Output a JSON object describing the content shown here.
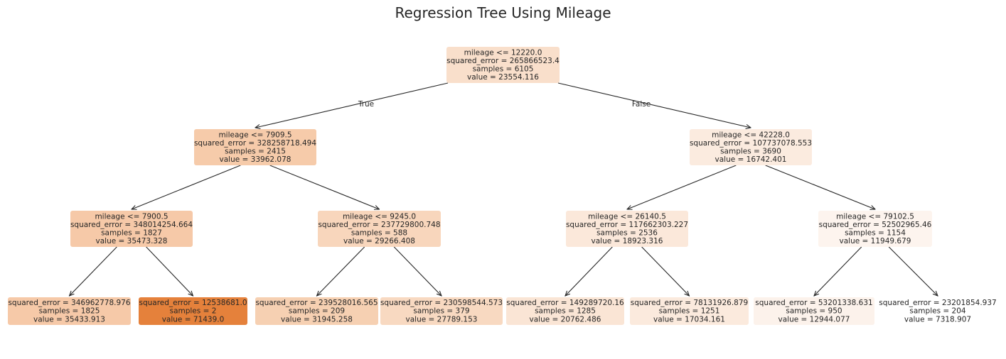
{
  "title": "Regression Tree Using Mileage",
  "edge_labels": {
    "true": "True",
    "false": "False"
  },
  "nodes": [
    {
      "id": "n0",
      "lines": [
        "mileage <= 12220.0",
        "squared_error = 265866523.4",
        "samples = 6105",
        "value = 23554.116"
      ],
      "value": 23554.116,
      "fill": "#f9dfcb"
    },
    {
      "id": "n1",
      "lines": [
        "mileage <= 7909.5",
        "squared_error = 328258718.494",
        "samples = 2415",
        "value = 33962.078"
      ],
      "value": 33962.078,
      "fill": "#f6cbaa"
    },
    {
      "id": "n2",
      "lines": [
        "mileage <= 42228.0",
        "squared_error = 107737078.553",
        "samples = 3690",
        "value = 16742.401"
      ],
      "value": 16742.401,
      "fill": "#fbebdf"
    },
    {
      "id": "n3",
      "lines": [
        "mileage <= 7900.5",
        "squared_error = 348014254.664",
        "samples = 1827",
        "value = 35473.328"
      ],
      "value": 35473.328,
      "fill": "#f6c9a8"
    },
    {
      "id": "n4",
      "lines": [
        "mileage <= 9245.0",
        "squared_error = 237729800.748",
        "samples = 588",
        "value = 29266.408"
      ],
      "value": 29266.408,
      "fill": "#f8d6bc"
    },
    {
      "id": "n5",
      "lines": [
        "mileage <= 26140.5",
        "squared_error = 117662303.227",
        "samples = 2536",
        "value = 18923.316"
      ],
      "value": 18923.316,
      "fill": "#fbe8da"
    },
    {
      "id": "n6",
      "lines": [
        "mileage <= 79102.5",
        "squared_error = 52502965.46",
        "samples = 1154",
        "value = 11949.679"
      ],
      "value": 11949.679,
      "fill": "#fdf4ee"
    },
    {
      "id": "n7",
      "lines": [
        "squared_error = 346962778.976",
        "samples = 1825",
        "value = 35433.913"
      ],
      "value": 35433.913,
      "fill": "#f6c9a8"
    },
    {
      "id": "n8",
      "lines": [
        "squared_error = 12538681.0",
        "samples = 2",
        "value = 71439.0"
      ],
      "value": 71439.0,
      "fill": "#e5813b"
    },
    {
      "id": "n9",
      "lines": [
        "squared_error = 239528016.565",
        "samples = 209",
        "value = 31945.258"
      ],
      "value": 31945.258,
      "fill": "#f6d0b2"
    },
    {
      "id": "n10",
      "lines": [
        "squared_error = 230598544.573",
        "samples = 379",
        "value = 27789.153"
      ],
      "value": 27789.153,
      "fill": "#f8d9c1"
    },
    {
      "id": "n11",
      "lines": [
        "squared_error = 149289720.16",
        "samples = 1285",
        "value = 20762.486"
      ],
      "value": 20762.486,
      "fill": "#fae5d5"
    },
    {
      "id": "n12",
      "lines": [
        "squared_error = 78131926.879",
        "samples = 1251",
        "value = 17034.161"
      ],
      "value": 17034.161,
      "fill": "#fbeadd"
    },
    {
      "id": "n13",
      "lines": [
        "squared_error = 53201338.631",
        "samples = 950",
        "value = 12944.077"
      ],
      "value": 12944.077,
      "fill": "#fcf2eb"
    },
    {
      "id": "n14",
      "lines": [
        "squared_error = 23201854.937",
        "samples = 204",
        "value = 7318.907"
      ],
      "value": 7318.907,
      "fill": "#ffffff"
    }
  ],
  "edges": [
    {
      "from": "n0",
      "to": "n1"
    },
    {
      "from": "n0",
      "to": "n2"
    },
    {
      "from": "n1",
      "to": "n3"
    },
    {
      "from": "n1",
      "to": "n4"
    },
    {
      "from": "n2",
      "to": "n5"
    },
    {
      "from": "n2",
      "to": "n6"
    },
    {
      "from": "n3",
      "to": "n7"
    },
    {
      "from": "n3",
      "to": "n8"
    },
    {
      "from": "n4",
      "to": "n9"
    },
    {
      "from": "n4",
      "to": "n10"
    },
    {
      "from": "n5",
      "to": "n11"
    },
    {
      "from": "n5",
      "to": "n12"
    },
    {
      "from": "n6",
      "to": "n13"
    },
    {
      "from": "n6",
      "to": "n14"
    }
  ]
}
